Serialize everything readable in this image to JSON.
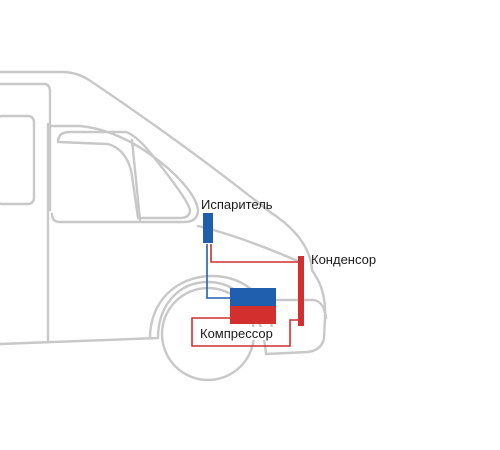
{
  "labels": {
    "evaporator": "Испаритель",
    "condenser": "Конденсор",
    "compressor": "Компрессор"
  },
  "colors": {
    "outline": "#c8c8c8",
    "cold": "#1f5fae",
    "hot": "#d32f2f"
  }
}
